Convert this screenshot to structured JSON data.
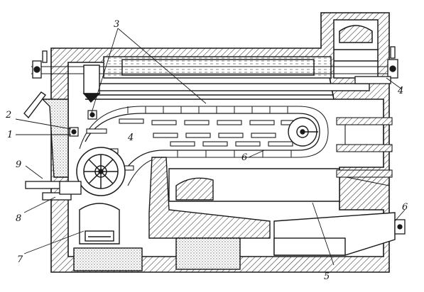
{
  "labels": {
    "l1": "1",
    "l2": "2",
    "l3": "3",
    "l4a": "4",
    "l4b": "4",
    "l5": "5",
    "l6a": "6",
    "l6b": "6",
    "l7": "7",
    "l8": "8",
    "l9": "9"
  },
  "colors": {
    "ink": "#1a1a1a",
    "paper": "#ffffff"
  }
}
